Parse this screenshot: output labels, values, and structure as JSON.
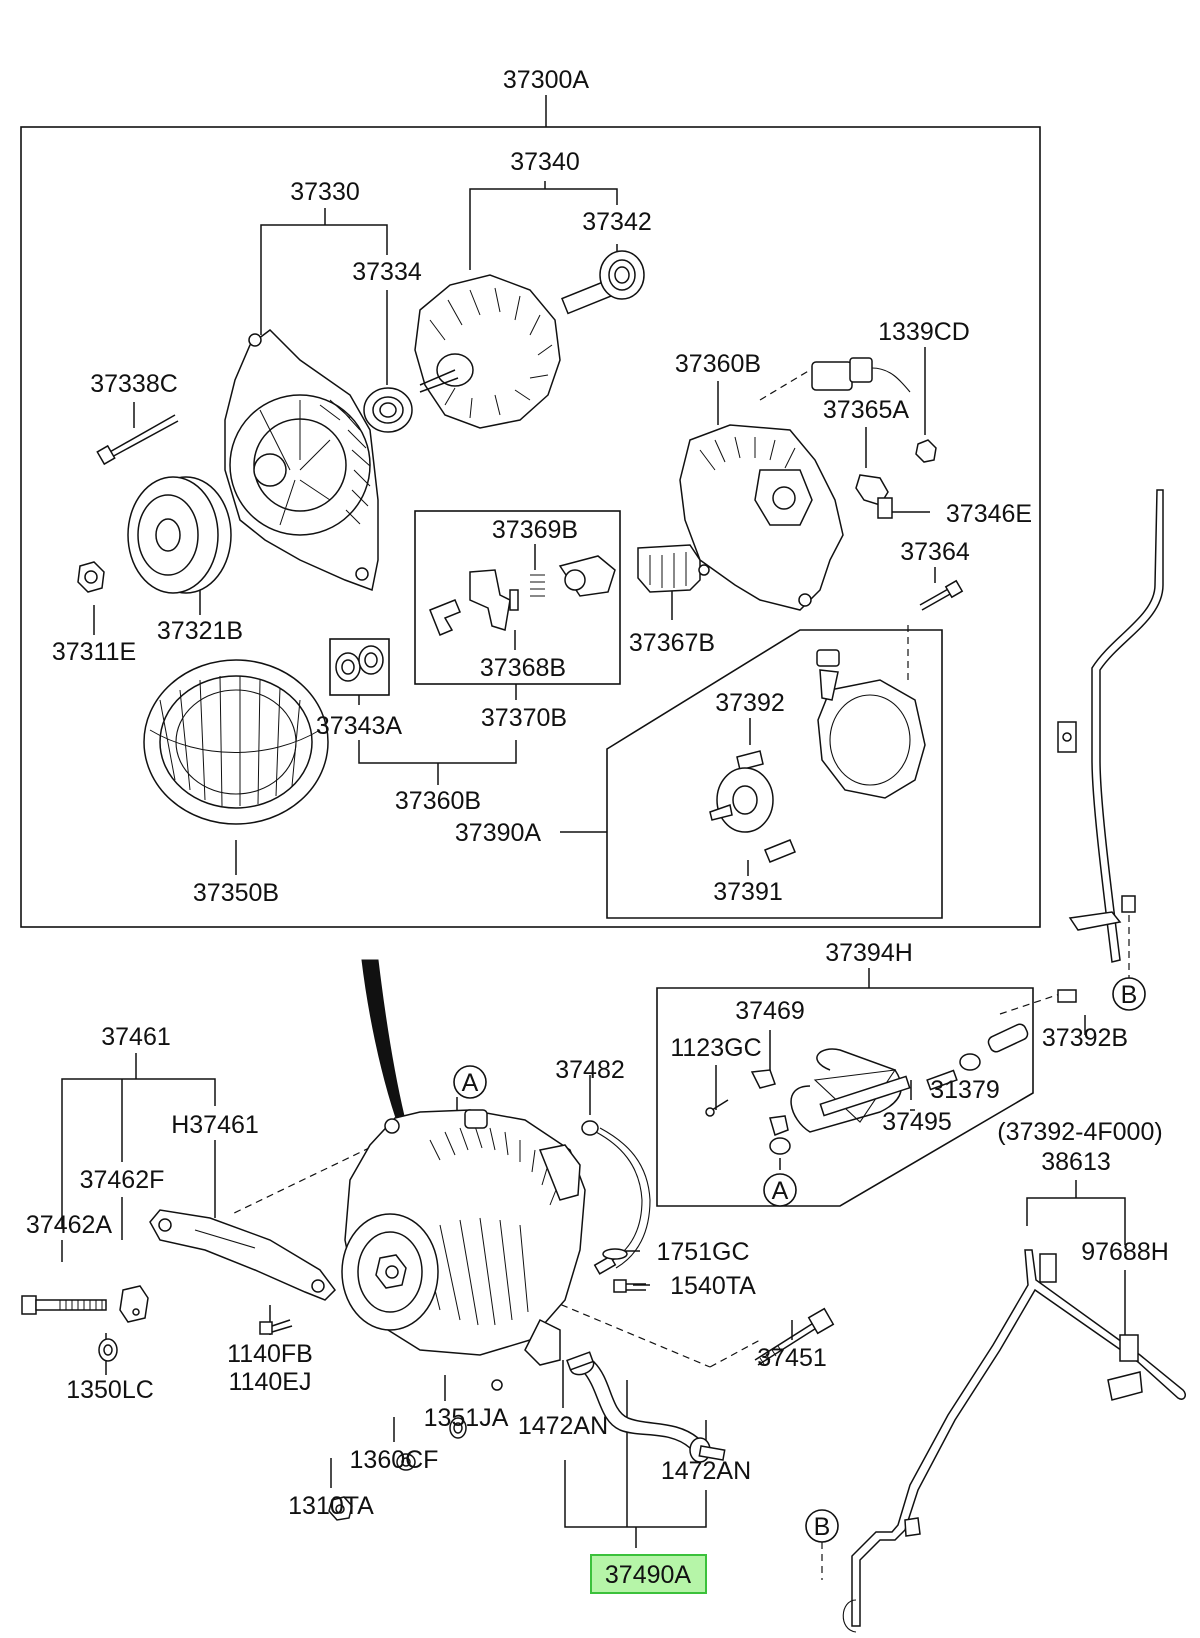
{
  "labels": {
    "l37300A": "37300A",
    "l37340": "37340",
    "l37330": "37330",
    "l37342": "37342",
    "l37334": "37334",
    "l1339CD": "1339CD",
    "l37360B_top": "37360B",
    "l37338C": "37338C",
    "l37365A": "37365A",
    "l37346E": "37346E",
    "l37369B": "37369B",
    "l37364": "37364",
    "l37311E": "37311E",
    "l37321B": "37321B",
    "l37367B": "37367B",
    "l37368B": "37368B",
    "l37392": "37392",
    "l37343A": "37343A",
    "l37370B": "37370B",
    "l37360B_bottom": "37360B",
    "l37390A": "37390A",
    "l37350B": "37350B",
    "l37391": "37391",
    "l37394H": "37394H",
    "l37461": "37461",
    "l37469": "37469",
    "l1123GC": "1123GC",
    "l37482": "37482",
    "l37392B": "37392B",
    "l31379": "31379",
    "lH37461": "H37461",
    "l37495": "37495",
    "l37392_4F000": "(37392-4F000)",
    "l37462F": "37462F",
    "l38613": "38613",
    "l37462A": "37462A",
    "l1751GC": "1751GC",
    "l97688H": "97688H",
    "l1540TA": "1540TA",
    "l1140FB": "1140FB",
    "l1140EJ": "1140EJ",
    "l37451": "37451",
    "l1350LC": "1350LC",
    "l1351JA": "1351JA",
    "l1472AN_left": "1472AN",
    "l1360CF": "1360CF",
    "l1472AN_right": "1472AN",
    "l1310TA": "1310TA",
    "l37490A": "37490A"
  },
  "callouts": {
    "a_top": "A",
    "a_bottom": "A",
    "b_right": "B",
    "b_bottom": "B"
  },
  "colors": {
    "highlight_fill": "#b6f5a8",
    "highlight_border": "#3bc13b",
    "line": "#111111"
  }
}
